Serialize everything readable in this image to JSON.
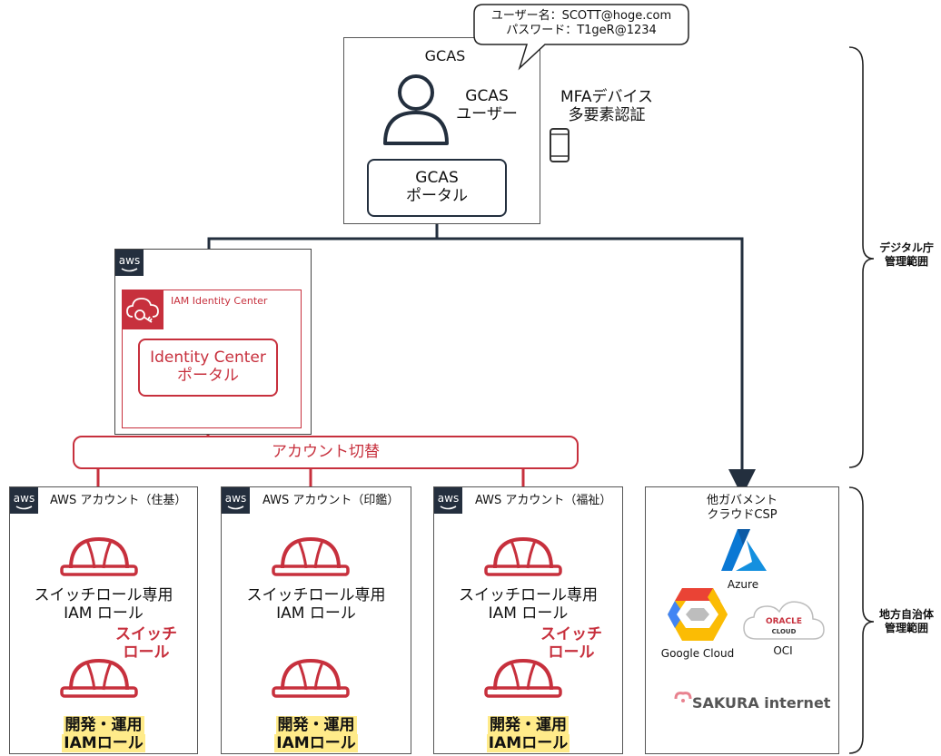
{
  "callout": {
    "line1": "ユーザー名：SCOTT@hoge.com",
    "line2": "パスワード：T1geR@1234"
  },
  "gcas": {
    "title": "GCAS",
    "user_label_1": "GCAS",
    "user_label_2": "ユーザー",
    "portal_1": "GCAS",
    "portal_2": "ポータル"
  },
  "mfa": {
    "line1": "MFAデバイス",
    "line2": "多要素認証"
  },
  "scope": {
    "digital_1": "デジタル庁",
    "digital_2": "管理範囲",
    "local_1": "地方自治体",
    "local_2": "管理範囲"
  },
  "iam_center": {
    "badge": "aws",
    "label": "IAM Identity Center",
    "portal_1": "Identity Center",
    "portal_2": "ポータル"
  },
  "account_switch": "アカウント切替",
  "accounts": [
    {
      "badge": "aws",
      "title": "AWS アカウント（住基）",
      "role_1": "スイッチロール専用",
      "role_2": "IAM ロール",
      "switch_1": "スイッチ",
      "switch_2": "ロール",
      "dev_1": "開発・運用",
      "dev_2": "IAMロール"
    },
    {
      "badge": "aws",
      "title": "AWS アカウント（印鑑）",
      "role_1": "スイッチロール専用",
      "role_2": "IAM ロール",
      "switch_1": "",
      "switch_2": "",
      "dev_1": "開発・運用",
      "dev_2": "IAMロール"
    },
    {
      "badge": "aws",
      "title": "AWS アカウント（福祉）",
      "role_1": "スイッチロール専用",
      "role_2": "IAM ロール",
      "switch_1": "スイッチ",
      "switch_2": "ロール",
      "dev_1": "開発・運用",
      "dev_2": "IAMロール"
    }
  ],
  "other_csp": {
    "title_1": "他ガバメント",
    "title_2": "クラウドCSP",
    "azure": "Azure",
    "google": "Google Cloud",
    "oracle_logo": "ORACLE",
    "oracle_sub": "CLOUD",
    "oci": "OCI",
    "sakura": "SAKURA internet"
  },
  "colors": {
    "aws_red": "#c7303d",
    "navy": "#232f3e",
    "highlight": "#ffeb8a",
    "azure": "#0a78d4"
  }
}
